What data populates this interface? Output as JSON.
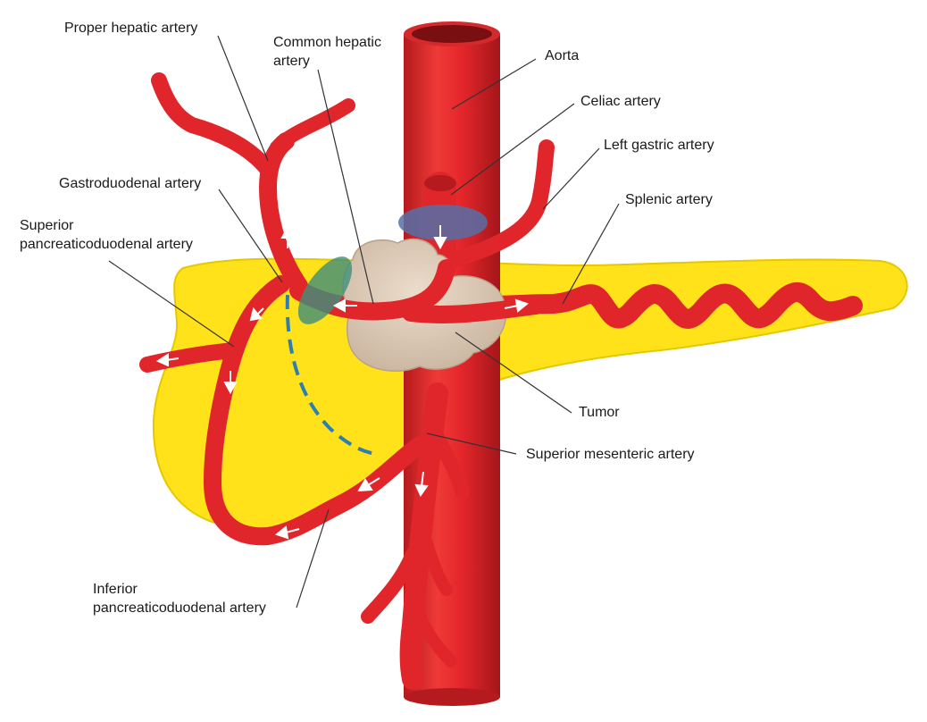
{
  "labels": {
    "proper_hepatic": "Proper hepatic artery",
    "common_hepatic_1": "Common hepatic",
    "common_hepatic_2": "artery",
    "aorta": "Aorta",
    "celiac": "Celiac artery",
    "left_gastric": "Left gastric artery",
    "gastroduodenal": "Gastroduodenal artery",
    "splenic": "Splenic artery",
    "superior_pd_1": "Superior",
    "superior_pd_2": "pancreaticoduodenal artery",
    "tumor": "Tumor",
    "sma": "Superior mesenteric artery",
    "inferior_pd_1": "Inferior",
    "inferior_pd_2": "pancreaticoduodenal artery"
  },
  "colors": {
    "artery": "#e0262b",
    "artery_dark": "#a3161a",
    "pancreas": "#ffe21a",
    "tumor": "#d9c7b5",
    "clamp_celiac": "#5570a8",
    "clamp_gda": "#3f8f7a",
    "dashed_line": "#2e7fb0",
    "leader": "#333333"
  }
}
